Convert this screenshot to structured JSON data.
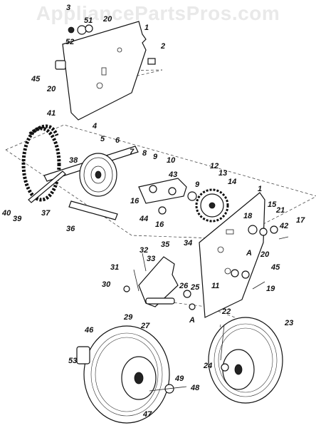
{
  "watermark": "AppliancePartsPros.com",
  "callouts": {
    "c3": "3",
    "c52": "52",
    "c51": "51",
    "c20a": "20",
    "c1a": "1",
    "c2": "2",
    "c45a": "45",
    "c20b": "20",
    "c41": "41",
    "c4": "4",
    "c5": "5",
    "c6": "6",
    "c38": "38",
    "c7": "7",
    "c8": "8",
    "c9a": "9",
    "c10": "10",
    "c12": "12",
    "c13": "13",
    "c14": "14",
    "c9b": "9",
    "c43": "43",
    "c40": "40",
    "c39": "39",
    "c37": "37",
    "c16a": "16",
    "c44": "44",
    "c16b": "16",
    "c34": "34",
    "c1b": "1",
    "c15": "15",
    "c21": "21",
    "c17": "17",
    "c18": "18",
    "c42": "42",
    "c36": "36",
    "c35": "35",
    "c32": "32",
    "c33": "33",
    "cA1": "A",
    "c20c": "20",
    "c45b": "45",
    "c31": "31",
    "c11": "11",
    "c30": "30",
    "c26": "26",
    "c25": "25",
    "c19": "19",
    "c29": "29",
    "c27": "27",
    "cA2": "A",
    "c22": "22",
    "c23": "23",
    "c46": "46",
    "c53": "53",
    "c24": "24",
    "c49": "49",
    "c48": "48",
    "c47": "47"
  }
}
